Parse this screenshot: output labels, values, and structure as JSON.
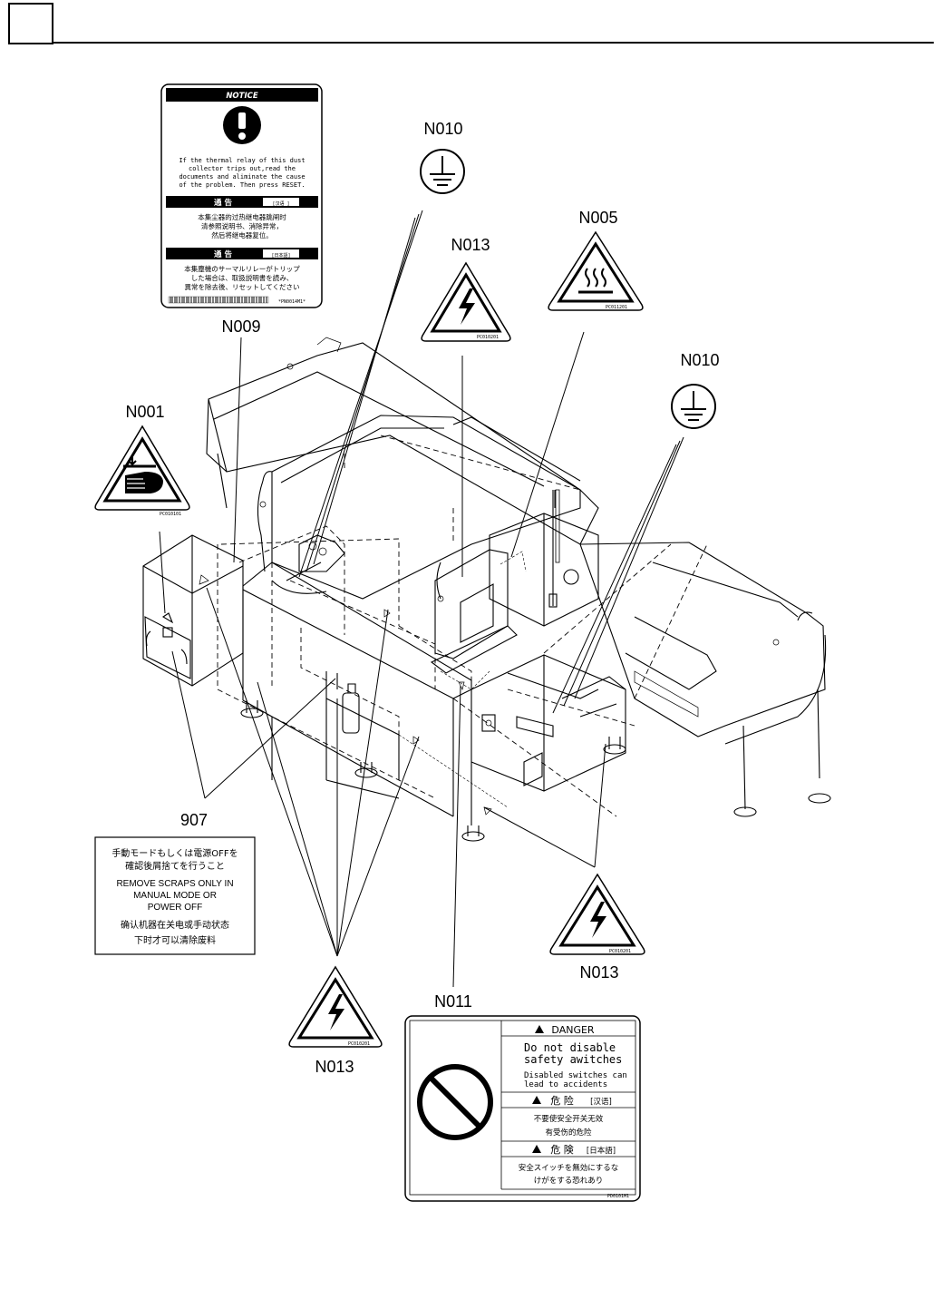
{
  "notice_label": {
    "header": "NOTICE",
    "english": [
      "If the thermal relay of this dust",
      "collector trips out,read the",
      "documents and aliminate the cause",
      "of the problem. Then press RESET."
    ],
    "zh_header": "通 告",
    "zh_tag": "[汉语 ]",
    "zh_text": [
      "本集尘器的过热继电器跳闸时",
      "清参照说明书、消除异常，",
      "然后将继电器复位。"
    ],
    "jp_header": "通 告",
    "jp_tag": "[日本語]",
    "jp_text": [
      "本集塵機のサーマルリレーがトリップ",
      "した場合は、取扱説明書を読み、",
      "異常を除去後、リセットしてください"
    ],
    "code": "*PN0014M1*"
  },
  "labels": {
    "n009": "N009",
    "n010_a": "N010",
    "n013_top": "N013",
    "n005": "N005",
    "n010_b": "N010",
    "n001": "N001",
    "l907": "907",
    "n013_right": "N013",
    "n011": "N011",
    "n013_bottom": "N013"
  },
  "sign_codes": {
    "n013_top": "PC010201",
    "n005": "PC011201",
    "n001": "PC010101",
    "n013_right": "PC010201",
    "n013_bottom": "PC010201"
  },
  "scrap_label": {
    "lines": [
      "手動モードもしくは電源OFFを",
      "確認後屑捨てを行うこと",
      "REMOVE SCRAPS ONLY IN",
      "MANUAL MODE OR",
      "POWER OFF",
      "确认机器在关电或手动状态",
      "下时才可以清除废料"
    ]
  },
  "danger_label": {
    "header": "DANGER",
    "title": [
      "Do not disable",
      "safety awitches"
    ],
    "sub": [
      "Disabled switches can",
      "lead to accidents"
    ],
    "zh_header": "危 险",
    "zh_tag": "[汉语]",
    "zh_text": [
      "不要使安全开关无效",
      "有受伤的危险"
    ],
    "jp_header": "危 険",
    "jp_tag": "[日本語]",
    "jp_text": [
      "安全スイッチを無効にするな",
      "けがをする恐れあり"
    ],
    "code": "PD0101M1"
  }
}
